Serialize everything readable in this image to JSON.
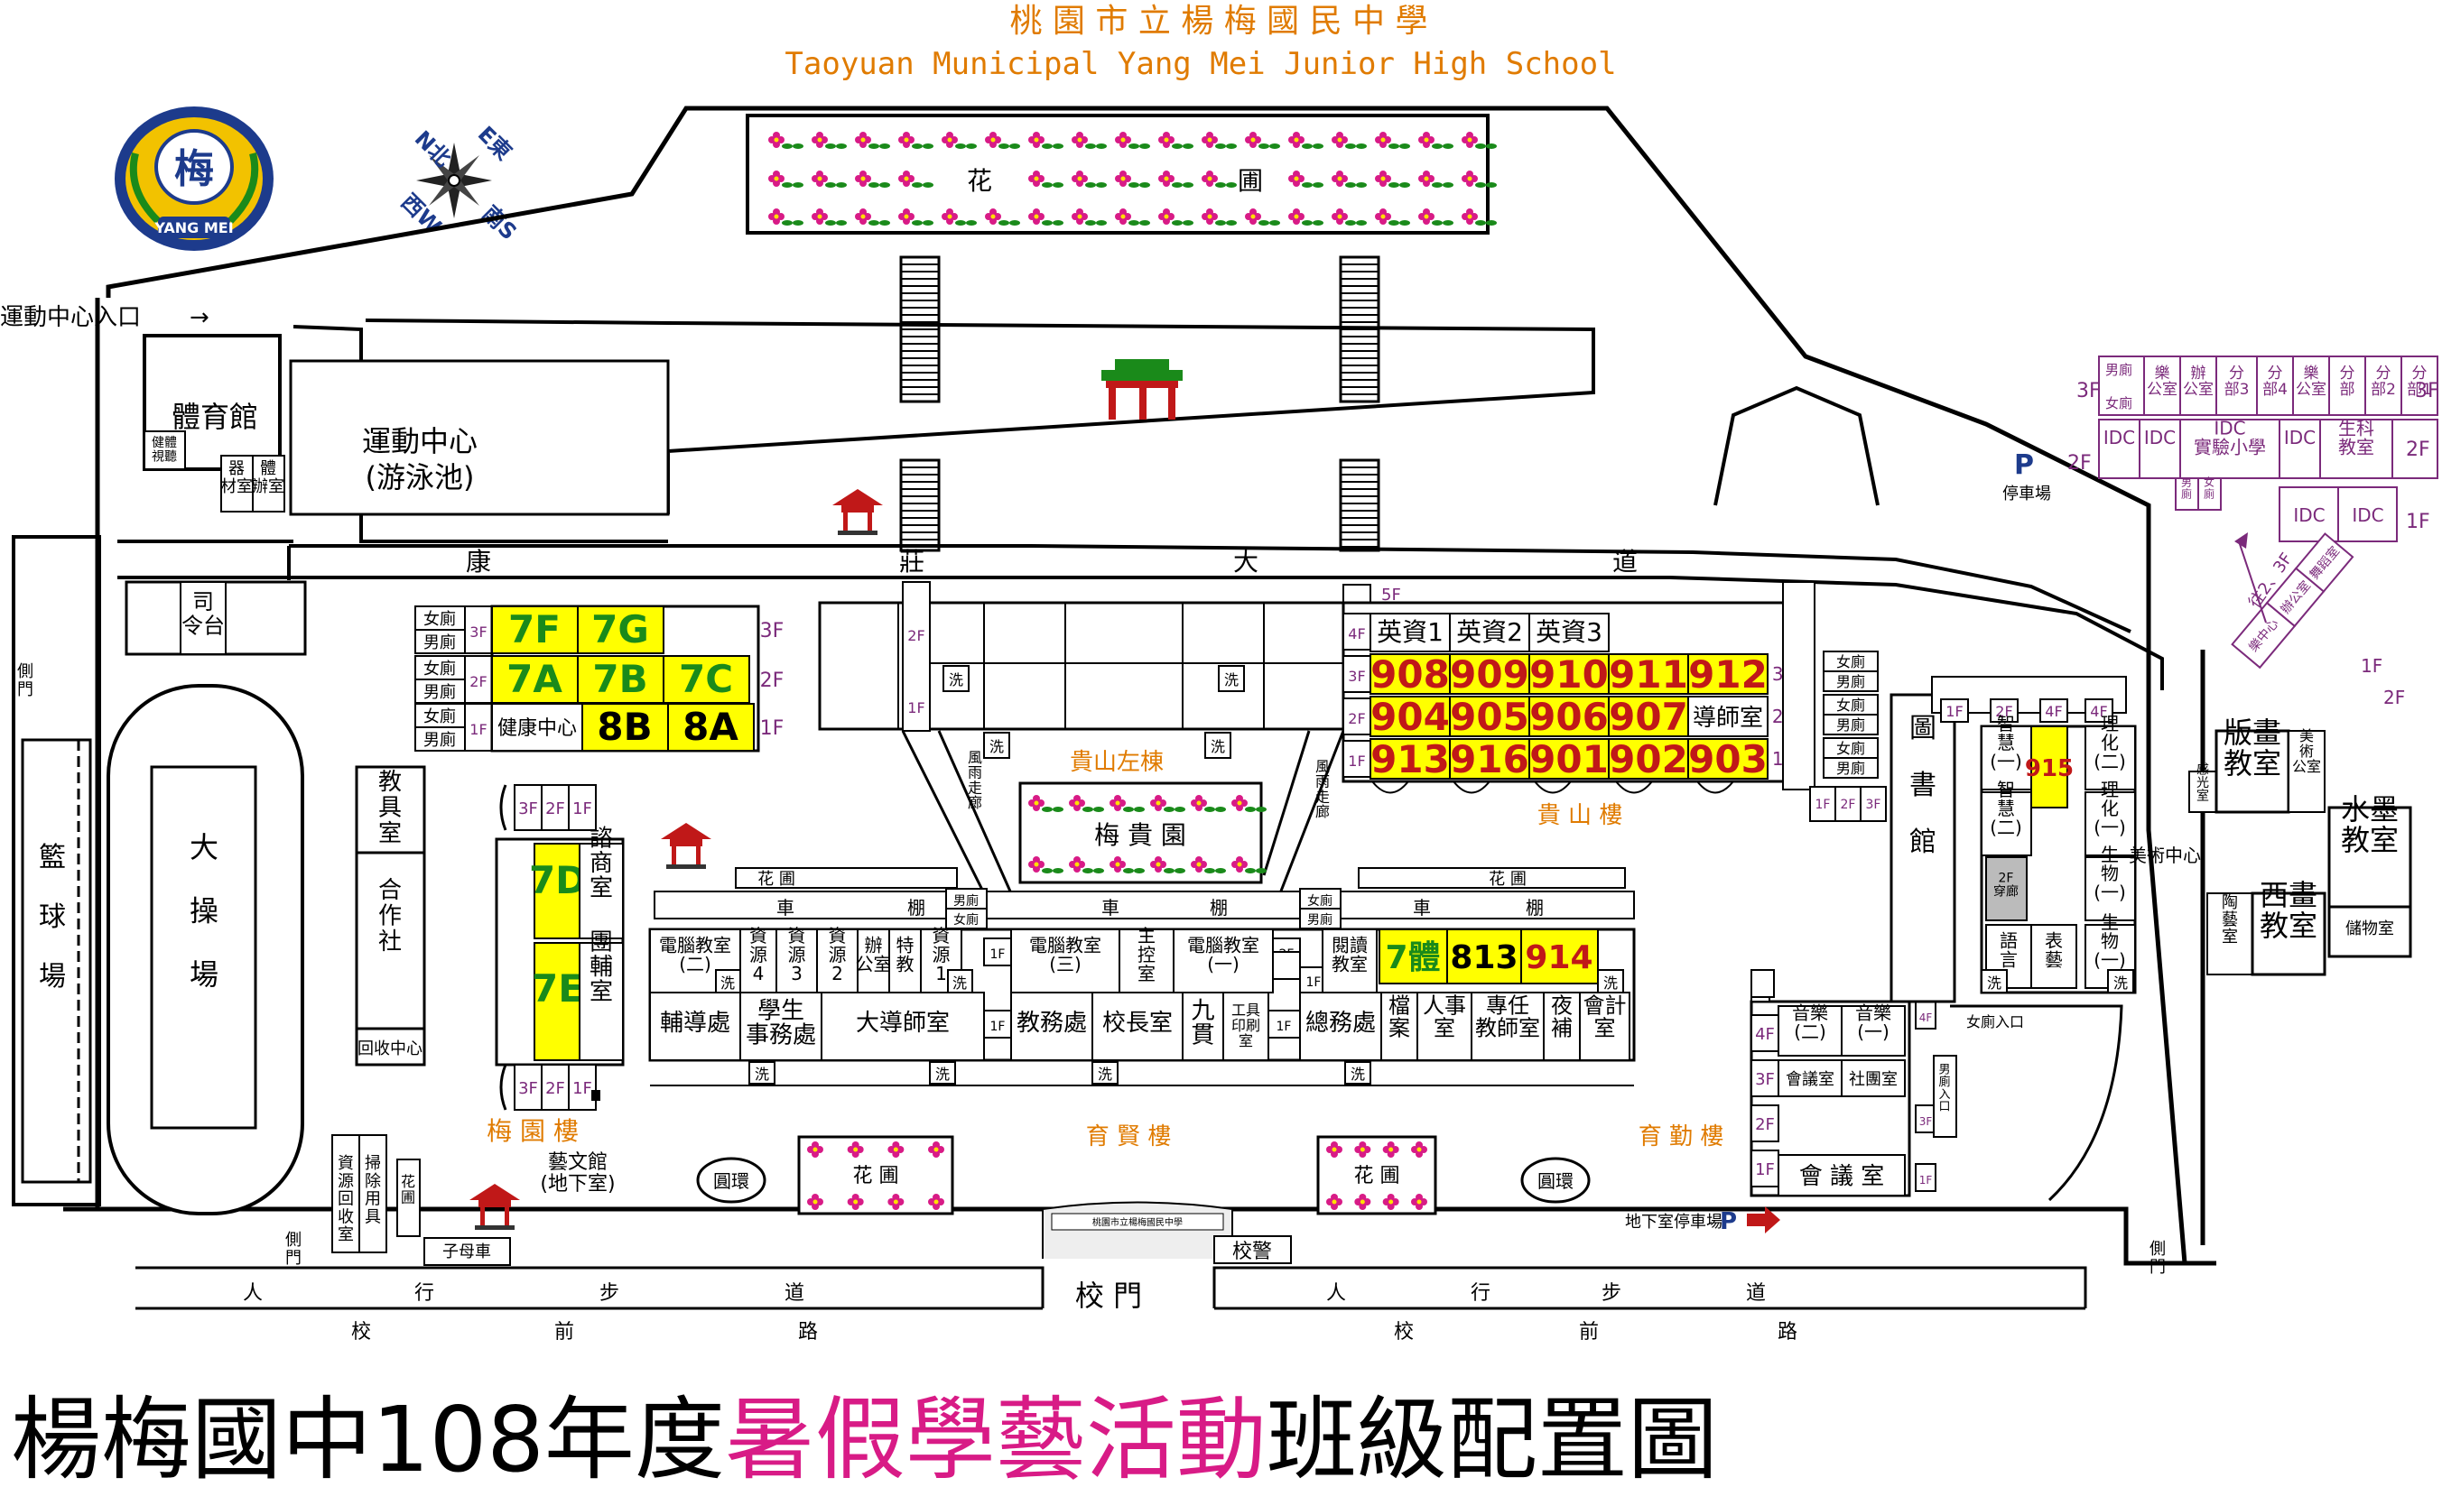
{
  "header": {
    "title_zh": "桃 園 市 立 楊 梅 國 民 中 學",
    "title_en": "Taoyuan Municipal Yang Mei Junior High School"
  },
  "logo": {
    "char": "梅",
    "text": "YANG MEI"
  },
  "compass": {
    "n": "N北",
    "e": "E東",
    "s": "南S",
    "w": "西W"
  },
  "footer": {
    "part1": "楊梅國中108年度",
    "part2": "暑假學藝活動",
    "part3": "班級配置圖"
  },
  "colors": {
    "yellow": "#ffff00",
    "orange": "#e07b00",
    "purple": "#7b2a7b",
    "magenta": "#d81b86",
    "green": "#1a8a1a",
    "class_red": "#c01818"
  },
  "labels": {
    "garden_top_1": "花",
    "garden_top_2": "圃",
    "sports_entry": "運動中心入口",
    "gym": "體育館",
    "gym_small": "健體\n視聽",
    "equip": "器\n材室",
    "pe_office": "體\n辦室",
    "sports_center": "運動中心",
    "pool": "(游泳池)",
    "road_1": "康",
    "road_2": "莊",
    "road_3": "大",
    "road_4": "道",
    "command": "司\n令台",
    "side_gate": "側\n門",
    "basketball": "籃\n\n球\n\n場",
    "playground": "大\n\n操\n\n場",
    "teach_tools": "教\n具\n室",
    "coop": "合\n作\n社",
    "recycle_center": "回收中心",
    "consult": "諮\n商\n室",
    "counsel": "團\n輔\n室",
    "restroom_f": "女廁",
    "restroom_m": "男廁",
    "health": "健康中心",
    "meiyuan": "梅 園 樓",
    "art_hall": "藝文館\n(地下室)",
    "resource_recycle": "資\n源\n回\n收\n室",
    "cleaning": "掃\n除\n用\n具",
    "flower": "花\n圃",
    "car_shed": "子母車",
    "guishan_left": "貴山左棟",
    "meigui_garden": "梅 貴 園",
    "guishan": "貴 山 樓",
    "yuxian": "育 賢 樓",
    "yuqin": "育 勤 樓",
    "library": "圖\n\n書\n\n館",
    "art_center": "美術中心",
    "parking": "停車場",
    "basement_parking": "地下室停車場",
    "school_gate": "校  門",
    "guard": "校警",
    "sidewalk_1": "人",
    "sidewalk_2": "行",
    "sidewalk_3": "步",
    "sidewalk_4": "道",
    "front_road_1": "校",
    "front_road_2": "前",
    "front_road_3": "路",
    "loop": "圓環",
    "huapu": "花    圃",
    "cheng": "車",
    "peng": "棚",
    "gate_plaque": "桃園市立楊梅國民中學",
    "wash": "洗",
    "rain_gallery": "風\n雨\n走\n廊",
    "women_entry": "女廁入口",
    "men_entry": "男\n廁\n入\n口"
  },
  "meiyuan_classes": {
    "f3": [
      "7F",
      "7G"
    ],
    "f2": [
      "7A",
      "7B",
      "7C"
    ],
    "f1": [
      "8B",
      "8A"
    ],
    "mid": [
      "7D",
      "7E"
    ]
  },
  "guishan_classes": {
    "f4": [
      "英資1",
      "英資2",
      "英資3"
    ],
    "f3": [
      "908",
      "909",
      "910",
      "911",
      "912"
    ],
    "f2": [
      "904",
      "905",
      "906",
      "907"
    ],
    "f1": [
      "913",
      "916",
      "901",
      "902",
      "903"
    ],
    "f2_extra": "導師室"
  },
  "yuxian_rooms": [
    "電腦教室\n(二)",
    "資\n源\n4",
    "資\n源\n3",
    "資\n源\n2",
    "辦\n公室",
    "特\n教",
    "資\n源\n1",
    "電腦教室\n(三)",
    "主\n控\n室",
    "電腦教室\n(一)"
  ],
  "yuxian_lower": [
    "輔導處",
    "學生\n事務處",
    "大導師室",
    "教務處",
    "校長室",
    "九\n貫",
    "工具\n印刷\n室",
    "總務處"
  ],
  "yuqin_rooms": {
    "reading": "閱讀\n教室",
    "pe7": "7體",
    "c813": "813",
    "c914": "914"
  },
  "yuqin_lower": [
    "檔\n案",
    "人事\n室",
    "專任\n教師室",
    "夜\n補",
    "會計\n室"
  ],
  "music": {
    "m2": "音樂\n(二)",
    "m1": "音樂\n(一)",
    "meeting_small": "會議室",
    "club": "社團室",
    "meeting": "會 議 室"
  },
  "east_wing": {
    "zhihui1": "智\n慧\n(一)",
    "c915": "915",
    "lihua2": "理\n化\n(二)",
    "zhihui2": "智\n慧\n(二)",
    "lihua1": "理\n化\n(一)",
    "bio1": "生\n物\n(一)",
    "bio2": "生\n物\n(一)",
    "lang": "語\n言",
    "perform": "表\n藝",
    "storage2f": "2F\n穿廊"
  },
  "arts": {
    "print": "版畫\n教室",
    "photo": "感\n光\n室",
    "art_office": "美\n術\n公室",
    "ink": "水墨\n教室",
    "storage": "儲物室",
    "ceramic": "陶\n藝\n室",
    "western": "西畫\n教室"
  },
  "idc": {
    "row3": [
      "男廁",
      "樂\n公室",
      "辦\n公室",
      "分\n部3",
      "分\n部4",
      "樂\n公室",
      "分\n部",
      "分\n部2",
      "分\n部1"
    ],
    "row3_top": "女廁",
    "row2": [
      "IDC",
      "IDC",
      "IDC\n實驗小學",
      "IDC",
      "生科\n教室"
    ],
    "row1": [
      "IDC",
      "IDC"
    ],
    "bottom": [
      "男\n廁",
      "女\n廁"
    ],
    "tower": [
      "樂\n中\n心",
      "辦\n公室",
      "舞\n蹈\n室"
    ],
    "stair_note": "往2、3F"
  },
  "floors": [
    "1F",
    "2F",
    "3F",
    "4F",
    "5F"
  ]
}
